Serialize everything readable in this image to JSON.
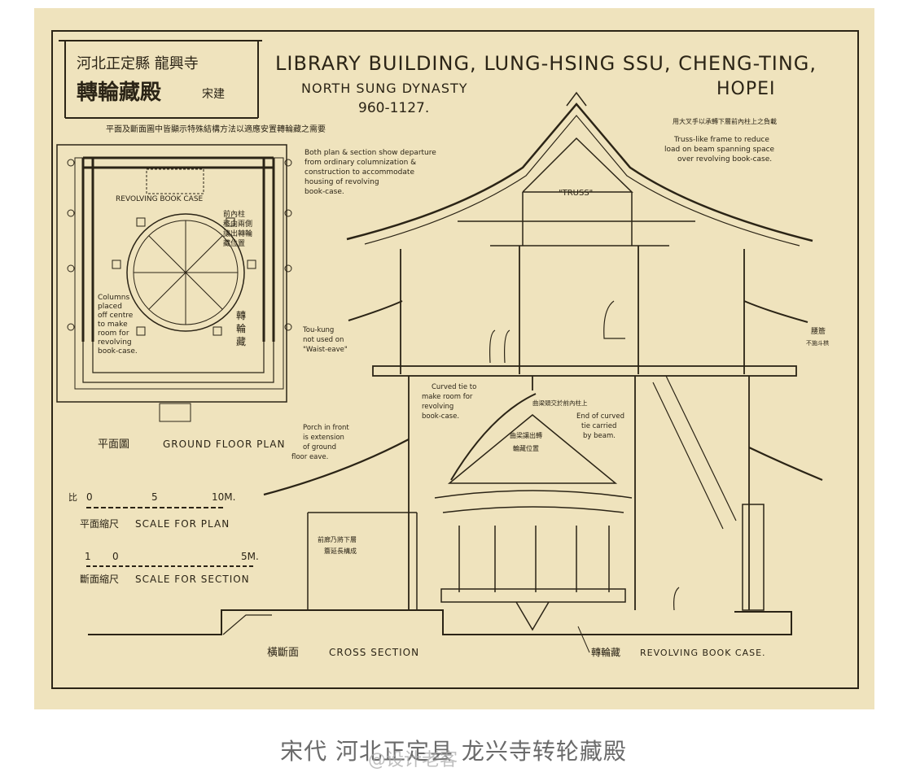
{
  "header": {
    "title_cn_line1": "河北正定縣 龍興寺",
    "title_cn_line2": "轉輪藏殿",
    "title_cn_dynasty": "宋建",
    "title_en_line1": "LIBRARY BUILDING, LUNG-HSING SSU, CHENG-TING,",
    "title_en_line2": "NORTH SUNG DYNASTY",
    "title_en_province": "HOPEI",
    "title_en_years": "960-1127.",
    "note_cn": "平面及斷面圖中皆顯示特殊結構方法以適應安置轉輪藏之需要"
  },
  "plan": {
    "label_revolving": "REVOLVING BOOK CASE",
    "note_cn_front": [
      "前內柱",
      "移向兩側",
      "讓出轉輪",
      "藏位置"
    ],
    "note_columns": [
      "Columns",
      "placed",
      "off centre",
      "to make",
      "room for",
      "revolving",
      "book-case."
    ],
    "label_cn_zhuan": [
      "轉",
      "輪",
      "藏"
    ],
    "caption_cn": "平面圖",
    "caption_en": "GROUND FLOOR PLAN"
  },
  "scales": {
    "plan_cn": "平面縮尺",
    "plan_en": "SCALE FOR PLAN",
    "plan_ticks": [
      "0",
      "5",
      "10M."
    ],
    "plan_prefix": "比",
    "section_cn": "斷面縮尺",
    "section_en": "SCALE FOR SECTION",
    "section_ticks": [
      "1",
      "0",
      "5M."
    ]
  },
  "section": {
    "note_plan_section": [
      "Both plan & section show departure",
      "from ordinary columnization &",
      "construction to accommodate",
      "housing of revolving",
      "book-case."
    ],
    "label_truss": "\"TRUSS\"",
    "note_cn_truss": "用大叉手以承轉下層前內柱上之負載",
    "note_truss": [
      "Truss-like frame to reduce",
      "load on beam spanning space",
      "over revolving book-case."
    ],
    "note_toukung": [
      "Tou-kung",
      "not used on",
      "\"Waist-eave\""
    ],
    "note_cn_eave": [
      "腰簷",
      "不施斗栱"
    ],
    "note_curved_tie": [
      "Curved tie to",
      "make room for",
      "revolving",
      "book-case."
    ],
    "note_cn_tie": "曲梁頭交於前內柱上",
    "note_end_tie": [
      "End of curved",
      "tie carried",
      "by beam."
    ],
    "note_cn_case": [
      "曲梁讓出轉",
      "輪藏位置"
    ],
    "note_porch": [
      "Porch in front",
      "is extension",
      "of ground",
      "floor eave."
    ],
    "note_cn_porch": [
      "前廊乃將下層",
      "簷延長構成"
    ],
    "caption_cn": "橫斷面",
    "caption_en": "CROSS SECTION",
    "label_cn_case": "轉輪藏",
    "label_case": "REVOLVING BOOK CASE."
  },
  "caption": {
    "text": "宋代 河北正定县 龙兴寺转轮藏殿",
    "watermark": "@设计老客"
  }
}
